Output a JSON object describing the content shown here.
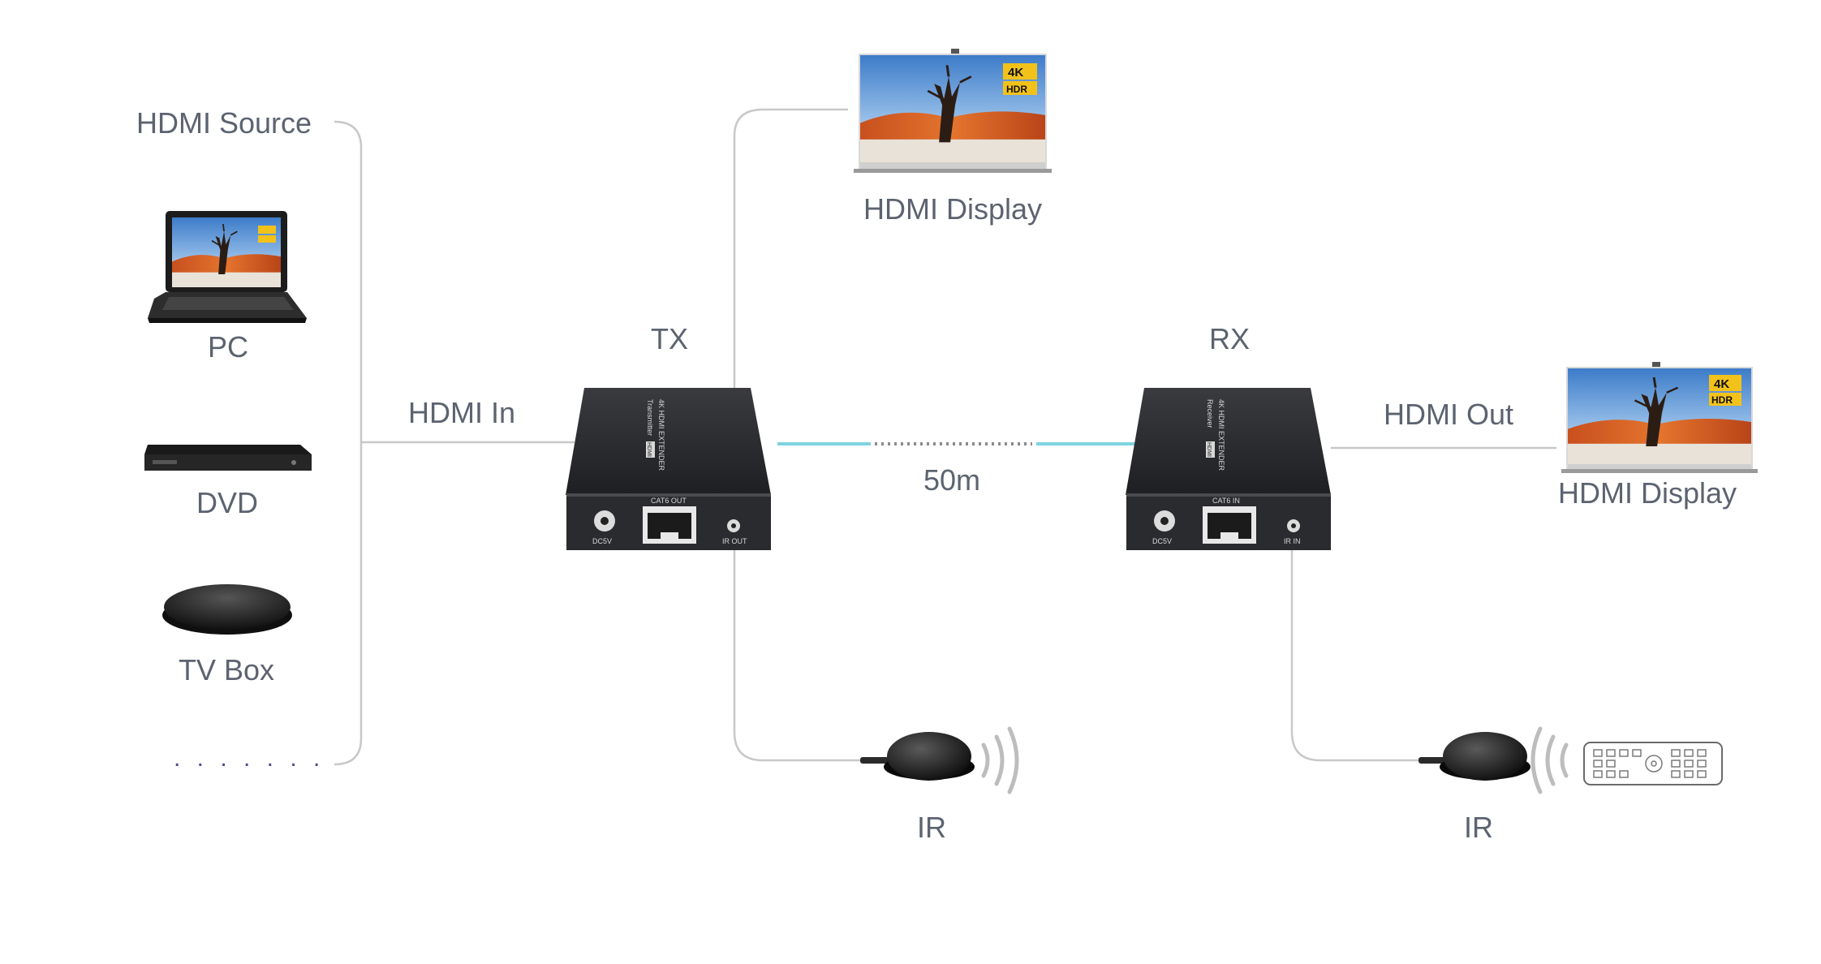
{
  "labels": {
    "hdmi_source": "HDMI Source",
    "pc": "PC",
    "dvd": "DVD",
    "tv_box": "TV Box",
    "more": ". . . . . . .",
    "hdmi_in": "HDMI In",
    "tx": "TX",
    "rx": "RX",
    "hdmi_display_top": "HDMI Display",
    "distance": "50m",
    "hdmi_out": "HDMI Out",
    "hdmi_display_right": "HDMI Display",
    "ir_left": "IR",
    "ir_right": "IR"
  },
  "tx_unit": {
    "brand_text": "4K HDMI EXTENDER",
    "model_text": "Transmitter",
    "badge_text": "HDMI",
    "port_dc": "DC5V",
    "port_cat": "CAT6 OUT",
    "port_ir": "IR OUT"
  },
  "rx_unit": {
    "brand_text": "4K HDMI EXTENDER",
    "model_text": "Receiver",
    "badge_text": "HDMI",
    "port_dc": "DC5V",
    "port_cat": "CAT6 IN",
    "port_ir": "IR IN"
  },
  "screen_badges": {
    "res": "4K",
    "hdr": "HDR"
  },
  "colors": {
    "label_text": "#5c6370",
    "connector_line": "#c8c8c8",
    "cable_cyan": "#7fd3e0",
    "device_body": "#2a2b2e",
    "badge_yellow": "#f2c21b"
  }
}
